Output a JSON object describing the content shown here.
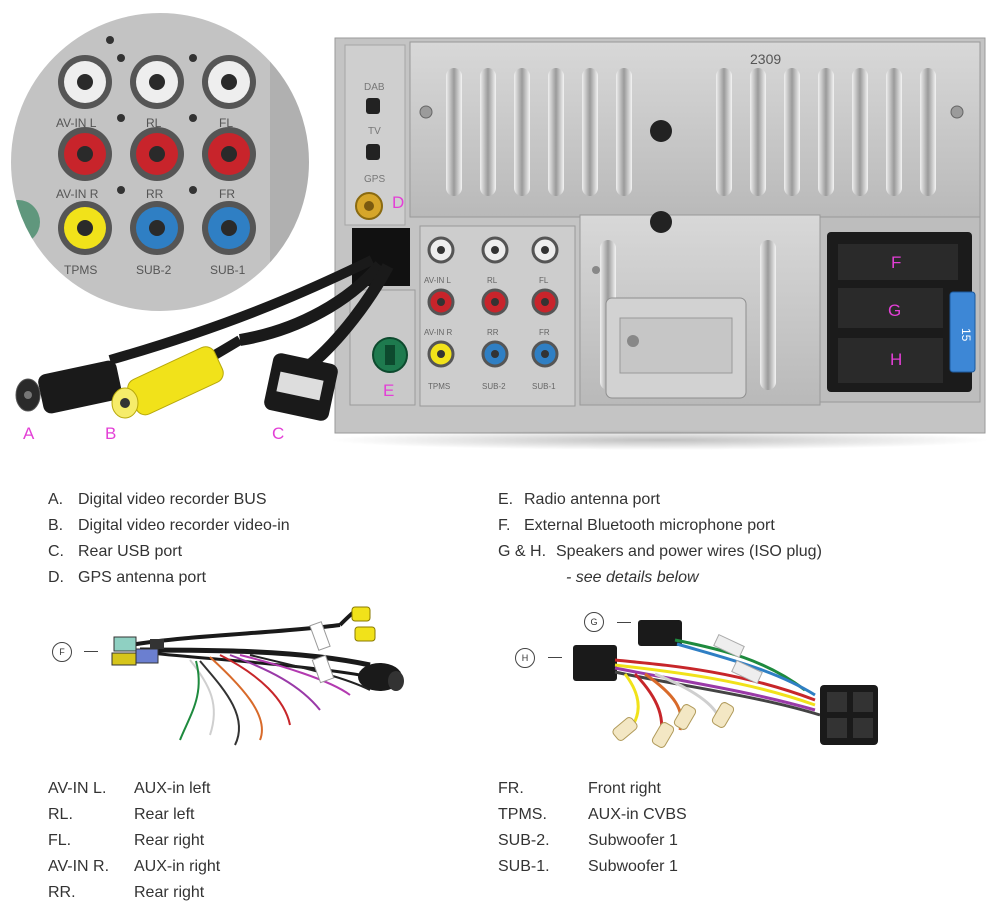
{
  "photo": {
    "device_image": "stereo-back-panel",
    "serial": "2309",
    "panel_labels": [
      "DAB",
      "TV",
      "GPS"
    ],
    "rca_labels_small": [
      "AV-IN L",
      "RL",
      "FL",
      "AV-IN R",
      "RR",
      "FR",
      "TPMS",
      "SUB-2",
      "SUB-1"
    ],
    "fuse_value": "15",
    "markers": {
      "A": "A",
      "B": "B",
      "C": "C",
      "D": "D",
      "E": "E",
      "F": "F",
      "G": "G",
      "H": "H"
    }
  },
  "zoom": {
    "image": "rca-zoom-circle",
    "labels": [
      "AV-IN L",
      "RL",
      "FL",
      "AV-IN R",
      "RR",
      "FR",
      "TPMS",
      "SUB-2",
      "SUB-1"
    ]
  },
  "legend_left": [
    {
      "key": "A.",
      "text": "Digital video recorder BUS"
    },
    {
      "key": "B.",
      "text": "Digital video recorder video-in"
    },
    {
      "key": "C.",
      "text": "Rear USB port"
    },
    {
      "key": "D.",
      "text": "GPS antenna port"
    }
  ],
  "legend_right": [
    {
      "key": "E.",
      "text": "Radio antenna port"
    },
    {
      "key": "F.",
      "text": "External Bluetooth microphone port"
    },
    {
      "key": "G & H.",
      "text": "Speakers and power wires (ISO plug)"
    }
  ],
  "legend_note": "- see details below",
  "harness_left": {
    "image": "wire-harness-f",
    "callout": "F"
  },
  "harness_right": {
    "image": "iso-harness-gh",
    "callouts": [
      "G",
      "H"
    ]
  },
  "gloss_left": [
    {
      "key": "AV-IN L.",
      "text": "AUX-in left"
    },
    {
      "key": "RL.",
      "text": "Rear left"
    },
    {
      "key": "FL.",
      "text": "Rear right"
    },
    {
      "key": "AV-IN R.",
      "text": "AUX-in right"
    },
    {
      "key": "RR.",
      "text": "Rear right"
    }
  ],
  "gloss_right": [
    {
      "key": "FR.",
      "text": "Front right"
    },
    {
      "key": "TPMS.",
      "text": "AUX-in CVBS"
    },
    {
      "key": "SUB-2.",
      "text": "Subwoofer 1"
    },
    {
      "key": "SUB-1.",
      "text": "Subwoofer 1"
    }
  ],
  "colors": {
    "magenta_marker": "#e33fd6",
    "panel_gray": "#c9c9c9",
    "rca_red": "#c8242b",
    "rca_yellow": "#f1e21a",
    "rca_blue": "#2f7fc4",
    "rca_white": "#eeeeee",
    "antenna_green": "#1e7a4e",
    "fuse_blue": "#3d87d6"
  }
}
